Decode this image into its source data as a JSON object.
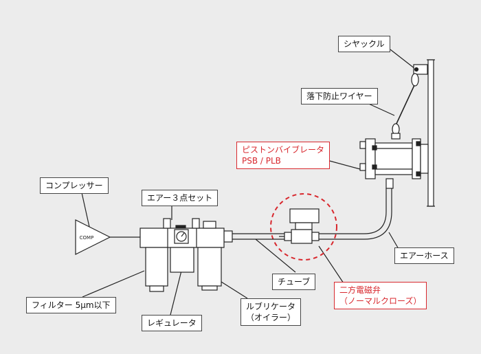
{
  "labels": {
    "shackle": "シヤックル",
    "safety_wire": "落下防止ワイヤー",
    "vibrator_line1": "ピストンバイブレータ",
    "vibrator_line2": "PSB / PLB",
    "compressor": "コンプレッサー",
    "air3": "エアー３点セット",
    "air_hose": "エアーホース",
    "tube": "チューブ",
    "valve_line1": "二方電磁弁",
    "valve_line2": "（ノーマルクローズ）",
    "filter": "フィルター 5μm以下",
    "regulator": "レギュレータ",
    "lubricator_line1": "ルブリケータ",
    "lubricator_line2": "（オイラー）"
  },
  "comp_mark": "COMP",
  "colors": {
    "accent": "#d8272d",
    "line": "#222222",
    "background": "#ececec"
  }
}
